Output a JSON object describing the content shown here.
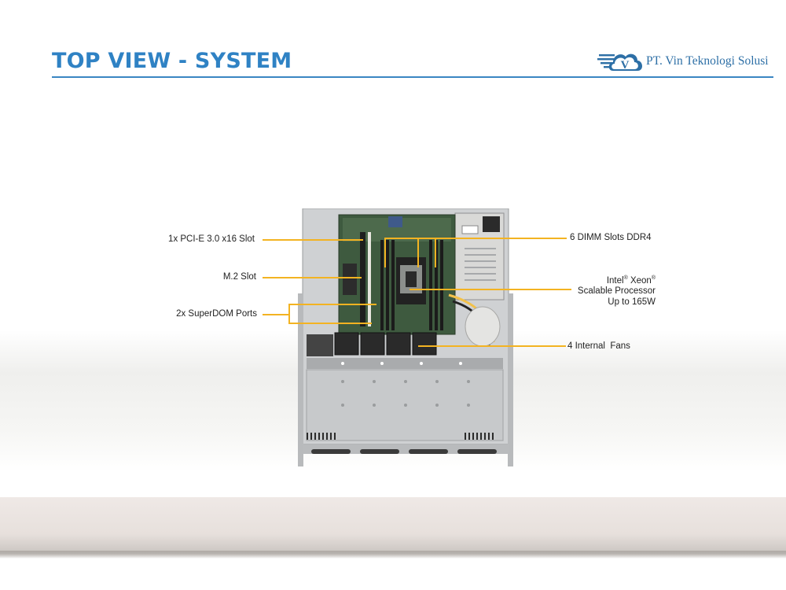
{
  "slide": {
    "title": "TOP VIEW - SYSTEM",
    "title_color": "#2f82c4",
    "rule_color": "#3a86c2"
  },
  "logo": {
    "text": "PT. Vin Teknologi Solusi",
    "letter": "V",
    "icon": "cloud-logo-icon",
    "color": "#2d6fa6"
  },
  "image": {
    "subject": "server-top-view"
  },
  "annotations": {
    "pcie": "1x PCI-E 3.0 x16 Slot",
    "m2": "M.2 Slot",
    "superdom": "2x SuperDOM Ports",
    "dimm": "6 DIMM Slots DDR4",
    "cpu_line1_brand": "Intel",
    "cpu_line1_reg": "®",
    "cpu_line1_model": "Xeon",
    "cpu_line1_reg2": "®",
    "cpu_line2": "Scalable Processor",
    "cpu_line3": "Up to 165W",
    "fans": "4 Internal  Fans",
    "leader_color": "#f3b322"
  }
}
